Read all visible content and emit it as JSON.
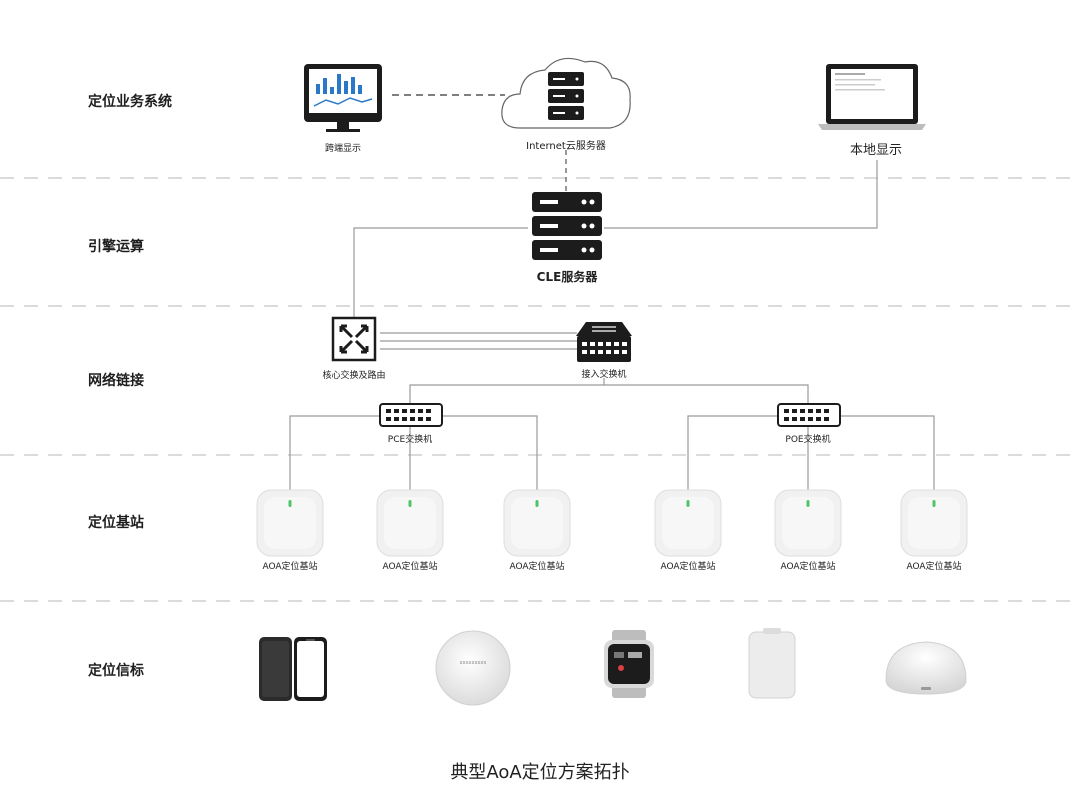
{
  "tiers": [
    {
      "label": "定位业务系统"
    },
    {
      "label": "引擎运算"
    },
    {
      "label": "网络链接"
    },
    {
      "label": "定位基站"
    },
    {
      "label": "定位信标"
    }
  ],
  "nodes": {
    "remote_display": "跨端显示",
    "cloud_server": "Internet云服务器",
    "local_display": "本地显示",
    "cle_server": "CLE服务器",
    "core_switch": "核心交换及路由",
    "access_switch": "接入交换机",
    "poe_switch_left": "PCE交换机",
    "poe_switch_right": "POE交换机",
    "base_stations": [
      "AOA定位基站",
      "AOA定位基站",
      "AOA定位基站",
      "AOA定位基站",
      "AOA定位基站",
      "AOA定位基站"
    ],
    "beacon_brand": "xxxxxxxxx"
  },
  "caption": "典型AoA定位方案拓扑",
  "colors": {
    "line": "#9a9a9a",
    "dash": "#cfcfcf",
    "dark": "#1c1c1c",
    "screen_blue": "#2a78c8"
  },
  "icons": [
    "monitor-chart-icon",
    "cloud-server-icon",
    "laptop-icon",
    "server-rack-icon",
    "router-icon",
    "access-switch-icon",
    "poe-switch-icon",
    "base-station-icon",
    "phone-icon",
    "round-beacon-icon",
    "watch-tag-icon",
    "card-tag-icon",
    "dome-beacon-icon"
  ]
}
